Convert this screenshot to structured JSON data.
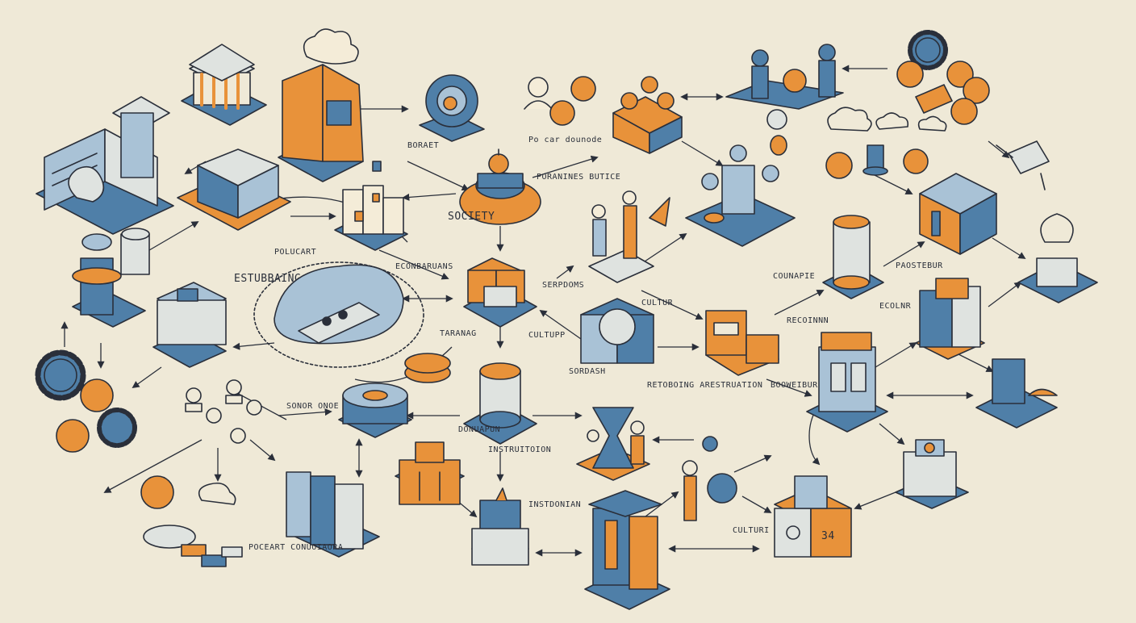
{
  "colors": {
    "background": "#efe9d7",
    "orange": "#e8923a",
    "blue": "#4f7fa8",
    "light_blue": "#a9c2d6",
    "pale": "#dfe3e0",
    "cream": "#f4ecd8",
    "ink": "#2a2f3a"
  },
  "labels": {
    "society": "SOCIETY",
    "po_car_dounode": "Po car dounode",
    "poranines_butice": "PORANINES BUTICE",
    "boraet": "BORAET",
    "estubbaing_social": "ESTUBBAING SOCIAL",
    "polucart": "POLUCART",
    "econbaruans": "ECONBARUANS",
    "serpdoms": "SERPDOMS",
    "taranag": "TARANAG",
    "culture_top": "CULTUR",
    "cultupp": "CULTUPP",
    "sordash": "SORDASH",
    "companie": "COUNAPIE",
    "paostebur": "PAOSTEBUR",
    "ecolnr": "ECOLNR",
    "recoinnn": "RECOINNN",
    "booweibur": "BOOWEIBUR",
    "retoboing_arestruation": "RETOBOING ARESTRUATION",
    "sonor_onoe": "SONOR ONOE",
    "donuapun": "DONUAPUN",
    "instruitoion": "INSTRUITOION",
    "instdonian": "INSTDONIAN",
    "culturi": "CULTURI",
    "poceart_conuoiaora": "POCEART CONUOIAORA",
    "vault_number": "34"
  }
}
